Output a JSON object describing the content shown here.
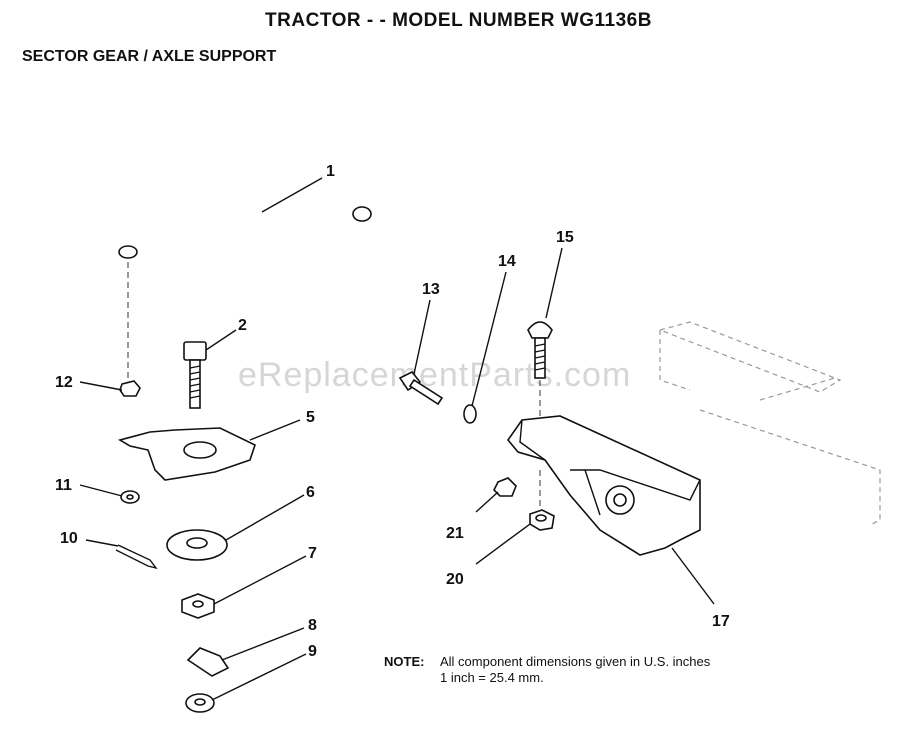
{
  "header": {
    "title": "TRACTOR - - MODEL NUMBER  WG1136B",
    "subtitle": "SECTOR GEAR / AXLE SUPPORT"
  },
  "watermark": "eReplacementParts.com",
  "note": {
    "label": "NOTE:",
    "line1": "All component dimensions given in U.S. inches",
    "line2": "1 inch = 25.4 mm."
  },
  "callouts": [
    "1",
    "2",
    "5",
    "6",
    "7",
    "8",
    "9",
    "10",
    "11",
    "12",
    "13",
    "14",
    "15",
    "17",
    "20",
    "21"
  ]
}
